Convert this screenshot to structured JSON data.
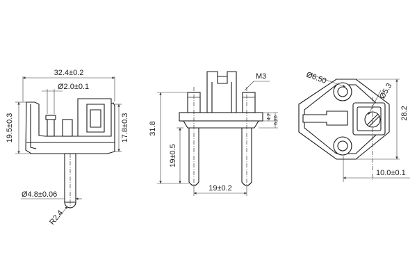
{
  "side_view": {
    "overall_width": "32.4±0.2",
    "pin_diameter_top": "Ø2.0±0.1",
    "left_height": "19.5±0.3",
    "right_height": "17.8±0.3",
    "pin_diameter": "Ø4.8±0.06",
    "tip_radius": "R2.4"
  },
  "front_view": {
    "thread_label": "M3",
    "total_height": "31.8",
    "pin_length": "19±0.5",
    "pin_spacing": "19±0.2",
    "small_upper": "4.2",
    "small_lower": "6.20"
  },
  "top_view": {
    "hole_large": "Ø6.50",
    "hole_small": "Ø5.3",
    "height": "28.2",
    "offset": "10.0±0.1"
  },
  "colors": {
    "line": "#1a1a1a",
    "background": "#ffffff"
  }
}
